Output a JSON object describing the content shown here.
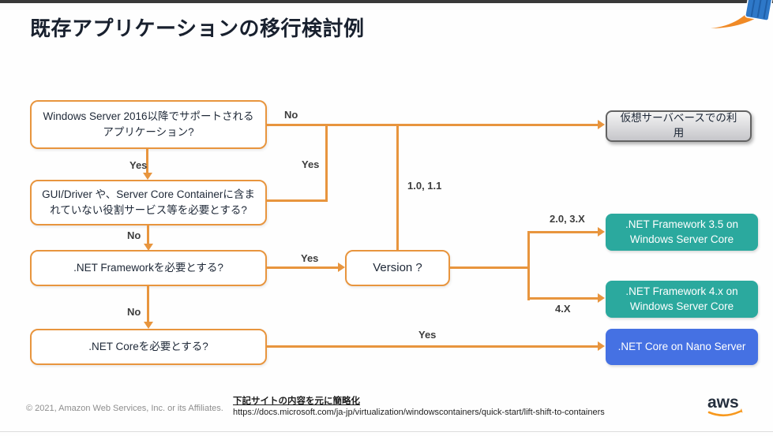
{
  "title": "既存アプリケーションの移行検討例",
  "flowchart": {
    "q1": "Windows Server 2016以降でサポートされるアプリケーション?",
    "q2": "GUI/Driver や、Server Core Containerに含まれていない役割サービス等を必要とする?",
    "q3": ".NET Frameworkを必要とする?",
    "q4": ".NET Coreを必要とする?",
    "version": "Version ?",
    "results": {
      "virtual_server": "仮想サーバベースでの利用",
      "fw35": ".NET Framework 3.5 on Windows Server Core",
      "fw4x": ".NET Framework 4.x on Windows Server Core",
      "netcore": ".NET Core on Nano Server"
    },
    "labels": {
      "q1_no": "No",
      "q1_yes": "Yes",
      "q2_yes": "Yes",
      "q2_no": "No",
      "q3_yes": "Yes",
      "q3_no": "No",
      "q4_yes": "Yes",
      "version_10_11": "1.0, 1.1",
      "version_20_3x": "2.0, 3.X",
      "version_4x": "4.X"
    },
    "colors": {
      "connector_orange": "#E8953E",
      "teal_result": "#2BA99E",
      "blue_result": "#4571E3",
      "gray_result_border": "#636363"
    }
  },
  "footer": {
    "copyright": "© 2021, Amazon Web Services, Inc. or its Affiliates.",
    "source_note": "下記サイトの内容を元に簡略化",
    "source_url": "https://docs.microsoft.com/ja-jp/virtualization/windowscontainers/quick-start/lift-shift-to-containers",
    "logo_text": "aws"
  }
}
